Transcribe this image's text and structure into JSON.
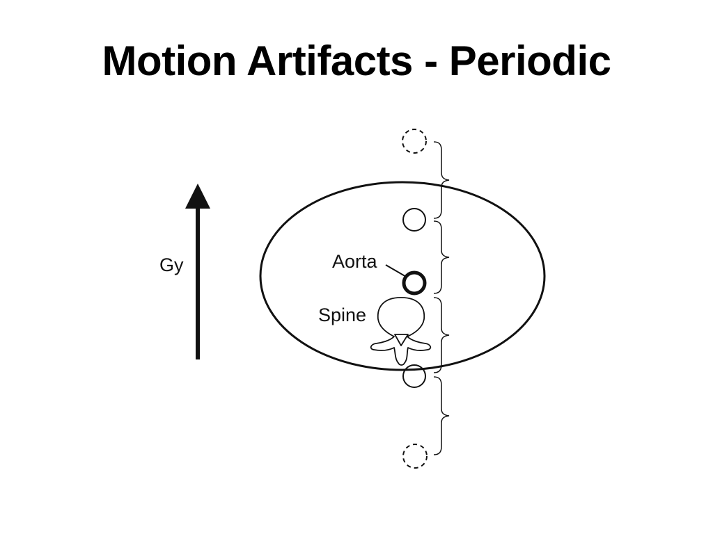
{
  "slide": {
    "title": "Motion Artifacts - Periodic"
  },
  "diagram": {
    "gradient_label": "Gy",
    "aorta_label": "Aorta",
    "spine_label": "Spine",
    "icons": {
      "gradient_arrow": "arrow-up-icon",
      "ghost_circle": "dashed-circle-icon",
      "brace": "curly-brace-icon",
      "vertebra": "vertebra-icon"
    },
    "colors": {
      "ink": "#111111",
      "background": "#ffffff"
    }
  }
}
